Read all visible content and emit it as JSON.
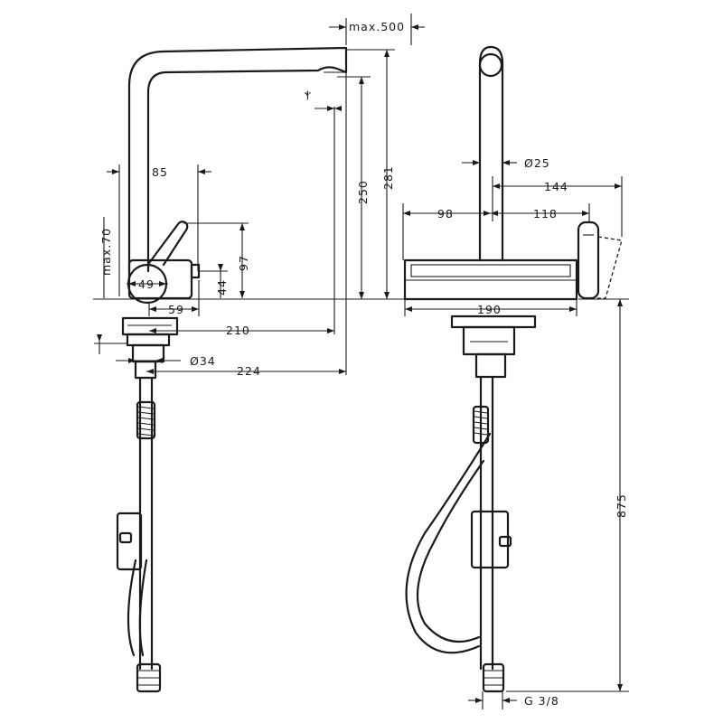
{
  "drawing": {
    "side_view": {
      "dimensions": {
        "max_500": "max.500",
        "d85": "85",
        "max_70": "max.70",
        "d97": "97",
        "d49": "49",
        "d44": "44",
        "d59": "59",
        "d210": "210",
        "d34": "Ø34",
        "d224": "224",
        "d250": "250",
        "d281": "281"
      }
    },
    "front_view": {
      "dimensions": {
        "d25": "Ø25",
        "d144": "144",
        "d98": "98",
        "d118": "118",
        "d190": "190",
        "d875": "875",
        "g38": "G 3/8"
      }
    }
  }
}
